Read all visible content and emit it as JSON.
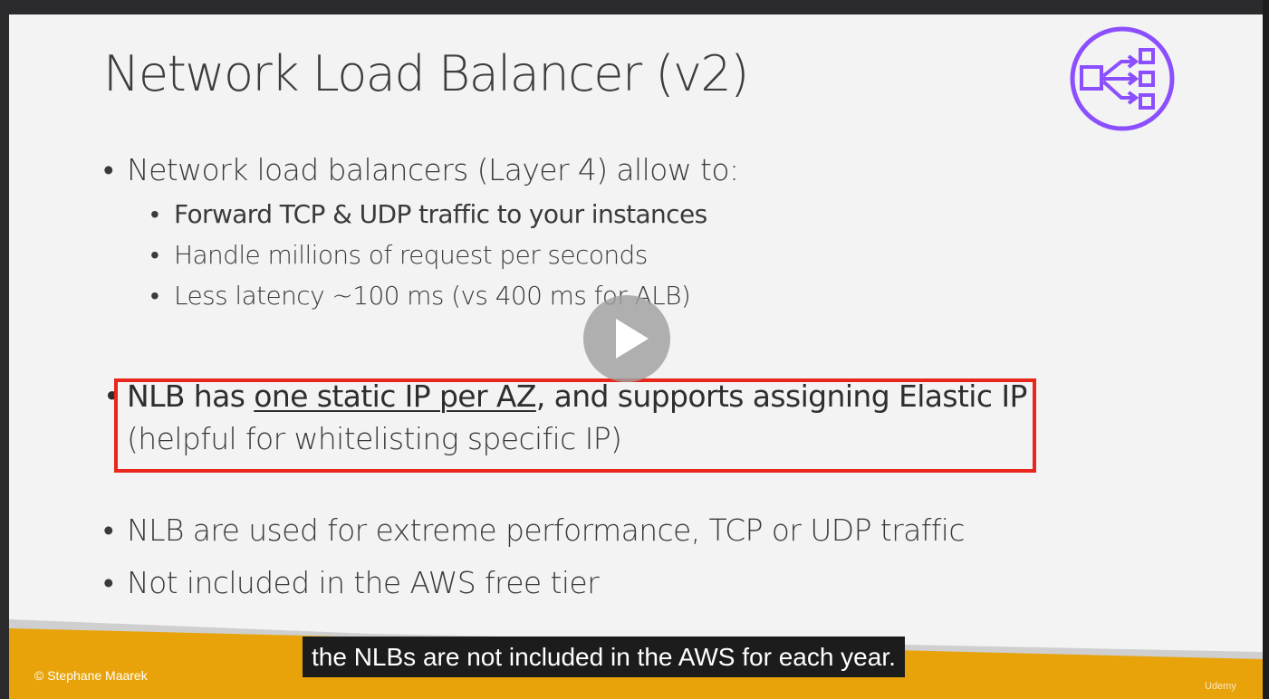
{
  "slide": {
    "title": "Network Load Balancer (v2)",
    "bullets": [
      {
        "text": "Network load balancers (Layer 4) allow to:"
      }
    ],
    "sub_bullets": [
      "Forward TCP & UDP traffic to your instances",
      "Handle millions of request per seconds",
      "Less latency ~100 ms (vs 400 ms for ALB)"
    ],
    "highlight": {
      "prefix": "NLB has ",
      "underlined": "one static IP per AZ",
      "suffix": ", and supports assigning Elastic IP",
      "line2": "(helpful for whitelisting specific IP)"
    },
    "more_bullets": [
      "NLB are used for extreme performance, TCP or UDP traffic",
      "Not included in the AWS free tier"
    ],
    "copyright": "© Stephane Maarek",
    "logo_icon": "network-load-balancer-icon",
    "colors": {
      "accent": "#8c4fff",
      "highlight_border": "#e8261c",
      "footer": "#e8a30a"
    }
  },
  "player": {
    "caption": "the NLBs are not included in the AWS for each year.",
    "watermark": "Udemy",
    "play_icon": "play-icon"
  }
}
